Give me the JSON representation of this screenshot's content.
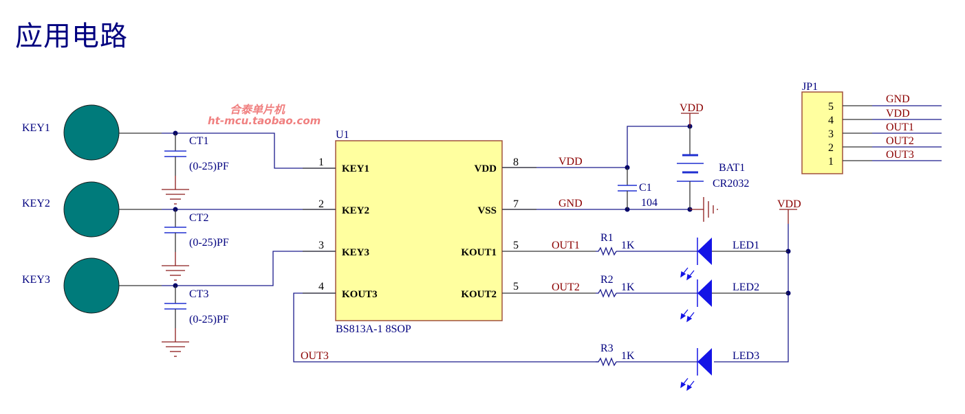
{
  "title": "应用电路",
  "watermark": {
    "line1": "合泰单片机",
    "line2": "ht-mcu.taobao.com"
  },
  "colors": {
    "title": "#00007f",
    "touch_pad": "#007b7b",
    "ic_fill": "#ffff9f",
    "ic_border": "#a0503c",
    "net_label": "#8b0000",
    "component_label": "#00007f",
    "led": "#1414e6",
    "watermark": "#f08080"
  },
  "keys": [
    {
      "label": "KEY1",
      "cap": "CT1",
      "cap_value": "(0-25)PF"
    },
    {
      "label": "KEY2",
      "cap": "CT2",
      "cap_value": "(0-25)PF"
    },
    {
      "label": "KEY3",
      "cap": "CT3",
      "cap_value": "(0-25)PF"
    }
  ],
  "ic": {
    "ref": "U1",
    "part": "BS813A-1 8SOP",
    "left_pins": [
      {
        "num": "1",
        "name": "KEY1"
      },
      {
        "num": "2",
        "name": "KEY2"
      },
      {
        "num": "3",
        "name": "KEY3"
      },
      {
        "num": "4",
        "name": "KOUT3"
      }
    ],
    "right_pins": [
      {
        "num": "8",
        "name": "VDD"
      },
      {
        "num": "7",
        "name": "VSS"
      },
      {
        "num": "5",
        "name": "KOUT1"
      },
      {
        "num": "5",
        "name": "KOUT2"
      }
    ]
  },
  "nets": {
    "vdd": "VDD",
    "gnd": "GND",
    "out1": "OUT1",
    "out2": "OUT2",
    "out3": "OUT3"
  },
  "power": {
    "vdd_top": "VDD",
    "vdd_led": "VDD",
    "c1_ref": "C1",
    "c1_value": "104",
    "bat_ref": "BAT1",
    "bat_value": "CR2032"
  },
  "outputs": [
    {
      "res": "R1",
      "res_value": "1K",
      "led": "LED1"
    },
    {
      "res": "R2",
      "res_value": "1K",
      "led": "LED2"
    },
    {
      "res": "R3",
      "res_value": "1K",
      "led": "LED3"
    }
  ],
  "connector": {
    "ref": "JP1",
    "pins": [
      {
        "num": "5",
        "net": "GND"
      },
      {
        "num": "4",
        "net": "VDD"
      },
      {
        "num": "3",
        "net": "OUT1"
      },
      {
        "num": "2",
        "net": "OUT2"
      },
      {
        "num": "1",
        "net": "OUT3"
      }
    ]
  }
}
